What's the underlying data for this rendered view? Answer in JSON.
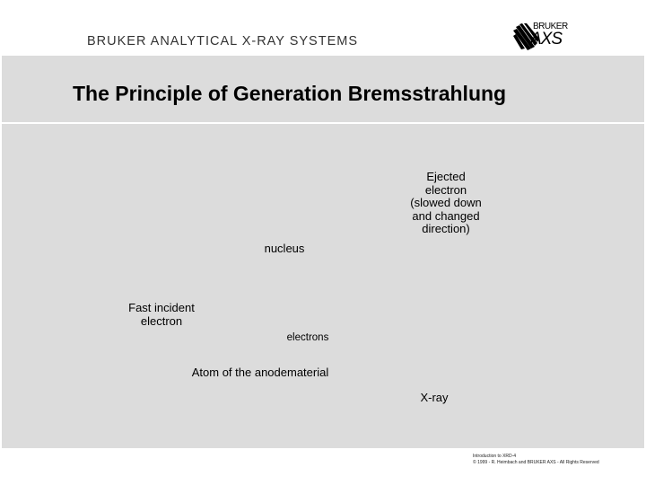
{
  "header": {
    "company": "BRUKER ANALYTICAL X-RAY SYSTEMS",
    "logo_top": "BRUKER",
    "logo_bottom": "AXS"
  },
  "slide": {
    "title": "The Principle of Generation Bremsstrahlung",
    "labels": {
      "ejected_electron": "Ejected\nelectron\n(slowed down\nand changed\ndirection)",
      "nucleus": "nucleus",
      "fast_incident_electron": "Fast incident\nelectron",
      "electrons": "electrons",
      "atom_of_anode": "Atom of the anodematerial",
      "xray": "X-ray"
    }
  },
  "footer": {
    "line1": "Introduction to XRD-4",
    "line2": "© 1999 - R. Heimbach and BRUKER AXS - All Rights Reserved"
  },
  "colors": {
    "slide_background": "#dcdcdc",
    "page_background": "#ffffff",
    "text": "#000000"
  }
}
